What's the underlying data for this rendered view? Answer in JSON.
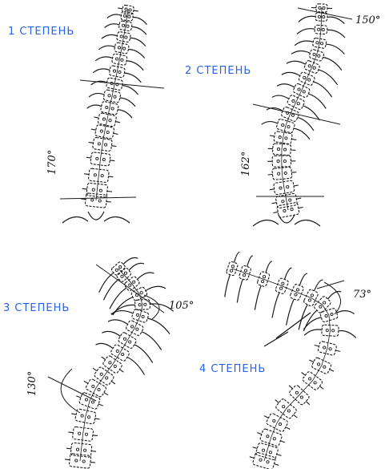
{
  "colors": {
    "label": "#2a62e8",
    "ink": "#1a1a1a",
    "background": "#ffffff"
  },
  "panels": [
    {
      "stage_label": "1 СТЕПЕНЬ",
      "angle": "170°"
    },
    {
      "stage_label": "2 СТЕПЕНЬ",
      "angle_top": "150°",
      "angle_side": "162°"
    },
    {
      "stage_label": "3 СТЕПЕНЬ",
      "angle_right": "105°",
      "angle_side": "130°"
    },
    {
      "stage_label": "4 СТЕПЕНЬ",
      "angle": "73°"
    }
  ]
}
